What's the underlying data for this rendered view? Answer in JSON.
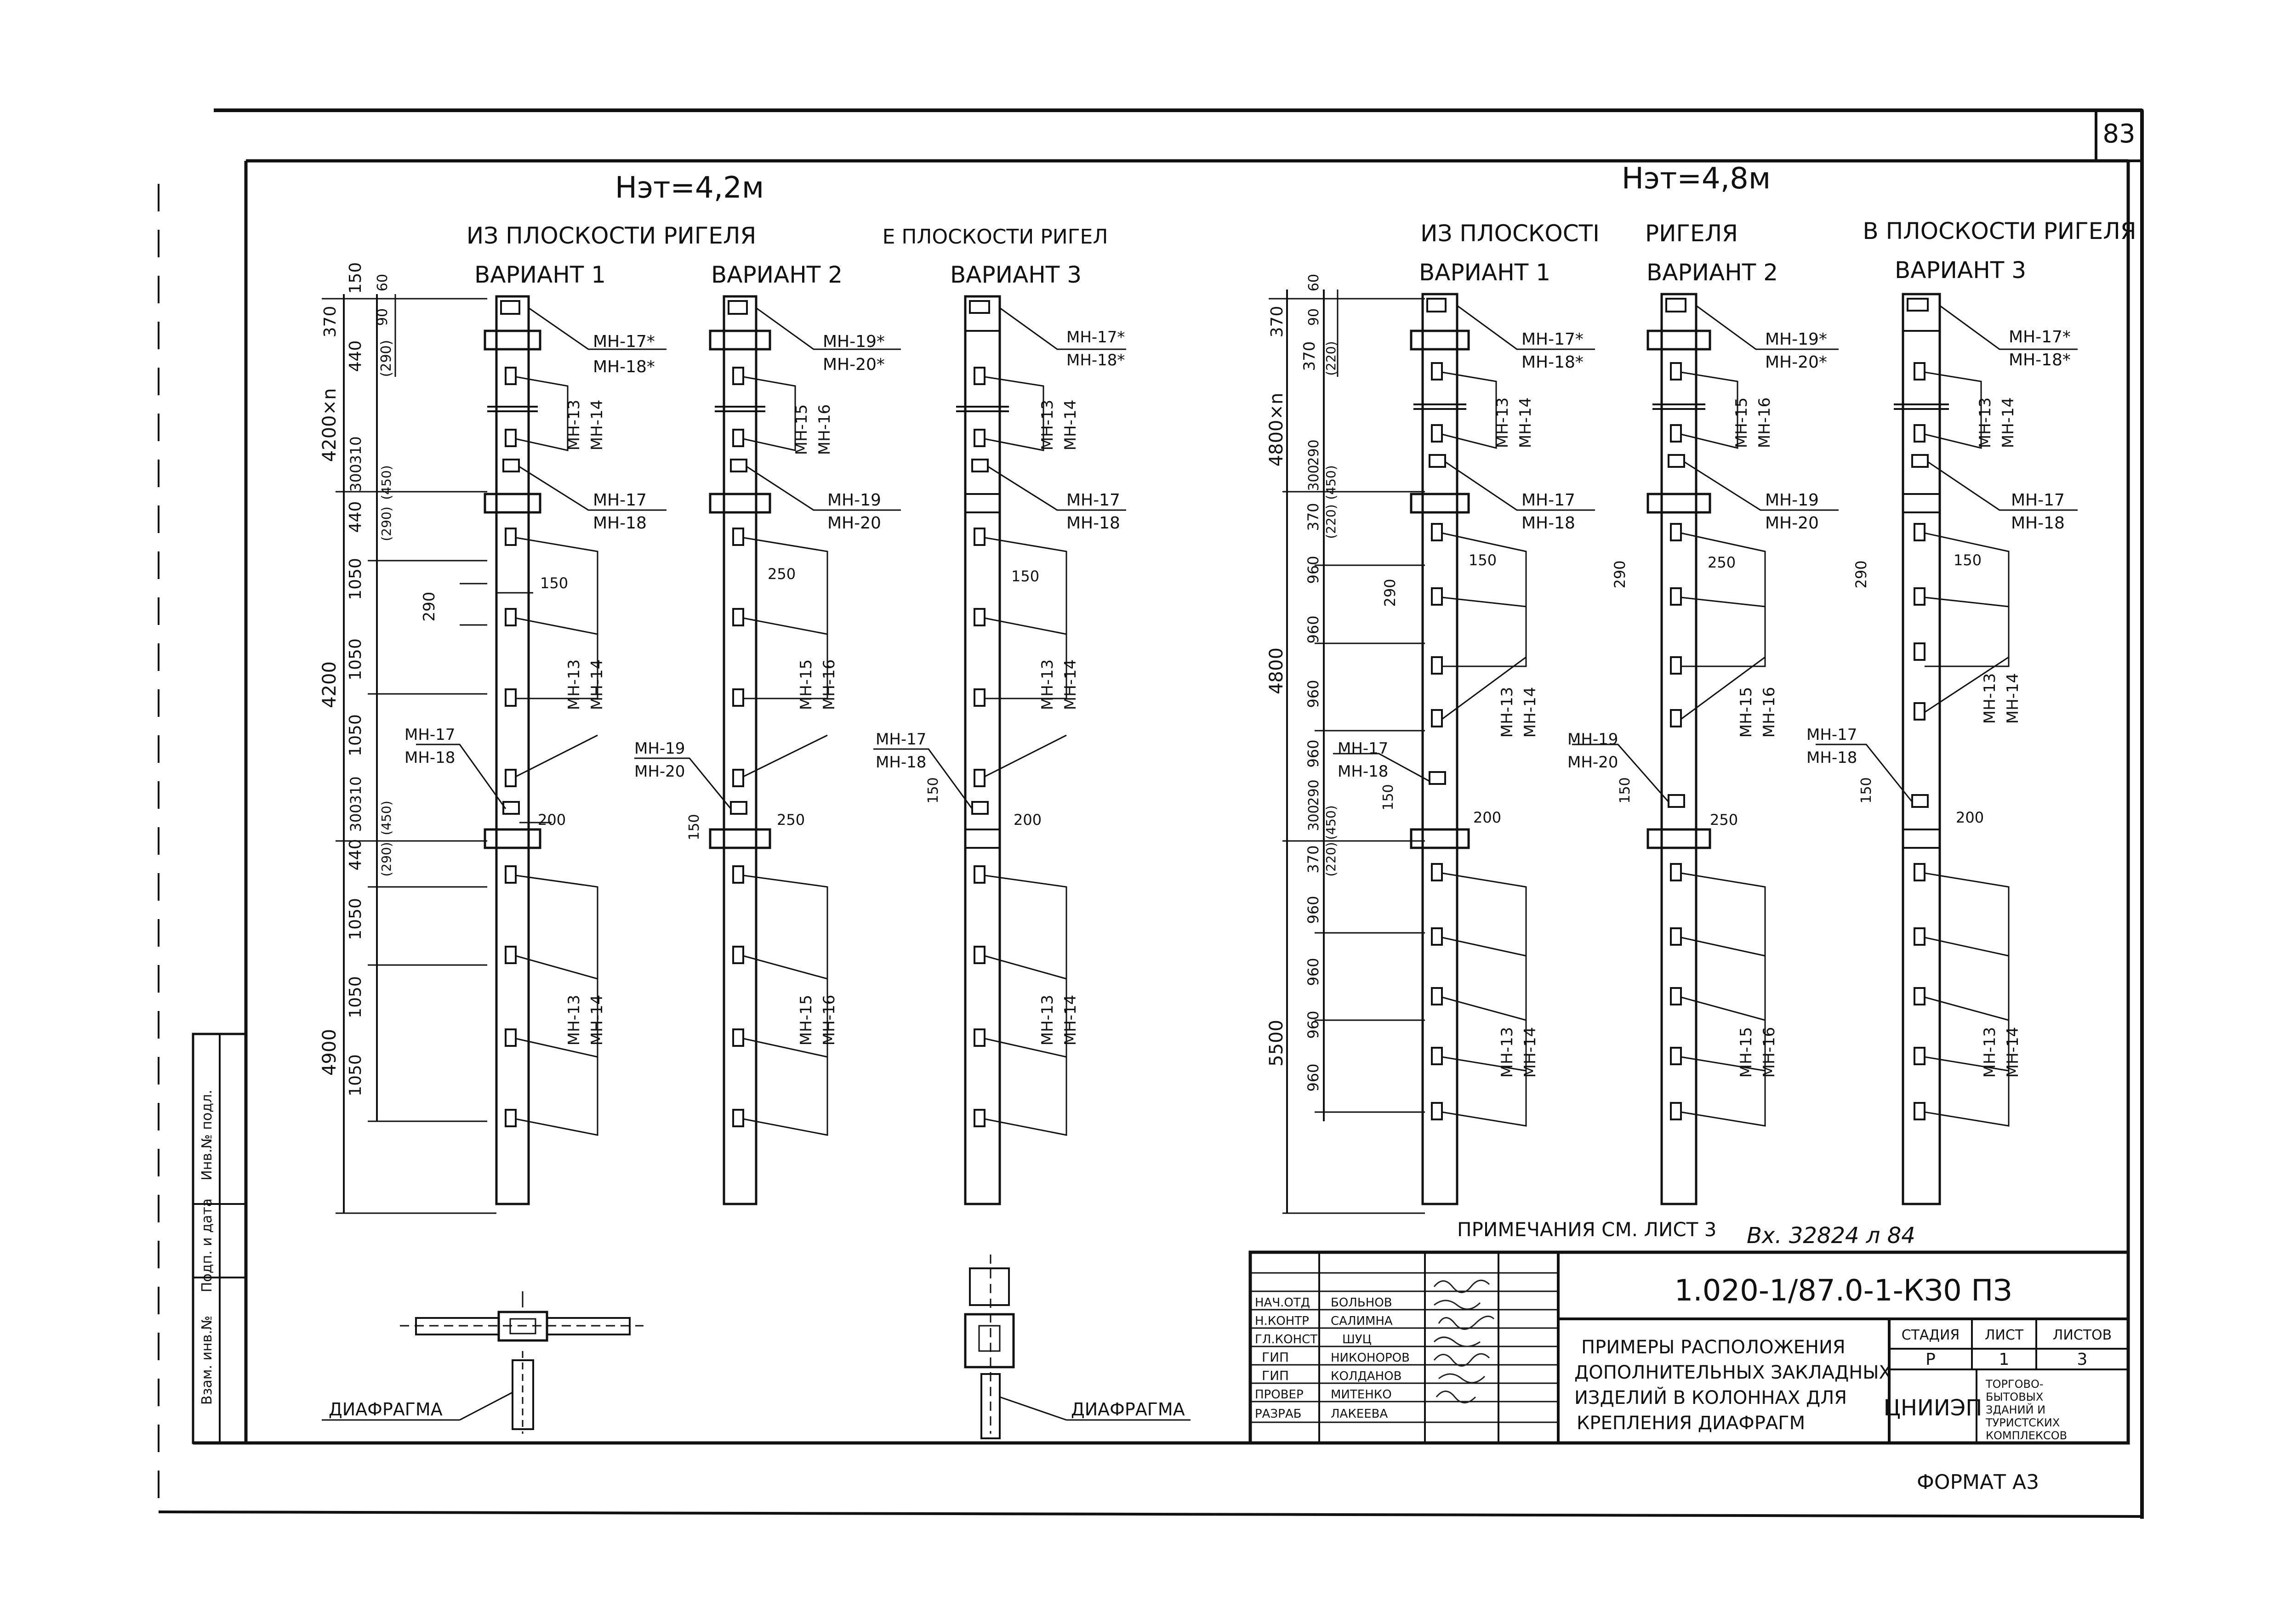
{
  "page_number": "83",
  "left_group": {
    "height_label": "Нэт=4,2м",
    "out_of_plane_label": "ИЗ ПЛОСКОСТИ РИГЕЛЯ",
    "in_plane_label": "Е ПЛОСКОСТИ РИГЕЛ",
    "variants": [
      "ВАРИАНТ 1",
      "ВАРИАНТ 2",
      "ВАРИАНТ 3"
    ],
    "dims": [
      "150",
      "60",
      "370",
      "90",
      "440",
      "(290)",
      "4200×n",
      "310",
      "300",
      "(450)",
      "440",
      "(290)",
      "1050",
      "1050",
      "4200",
      "1050",
      "310",
      "300",
      "(450)",
      "440",
      "(290)",
      "1050",
      "1050",
      "4900",
      "1050"
    ],
    "small_dims": [
      "290",
      "150",
      "250",
      "150",
      "200",
      "250",
      "200",
      "150",
      "150"
    ]
  },
  "right_group": {
    "height_label": "Нэт=4,8м",
    "out_of_plane_label": "ИЗ ПЛОСКОСТІ",
    "rigel_label": "РИГЕЛЯ",
    "in_plane_label": "В ПЛОСКОСТИ РИГЕЛЯ",
    "variants": [
      "ВАРИАНТ 1",
      "ВАРИАНТ 2",
      "ВАРИАНТ 3"
    ],
    "dims": [
      "60",
      "370",
      "90",
      "370",
      "(220)",
      "4800×n",
      "290",
      "300",
      "(450)",
      "370",
      "(220)",
      "960",
      "960",
      "4800",
      "960",
      "960",
      "290",
      "300",
      "(450)",
      "370",
      "(220)",
      "960",
      "960",
      "5500",
      "960",
      "960"
    ],
    "small_dims": [
      "290",
      "150",
      "290",
      "250",
      "290",
      "150",
      "200",
      "250",
      "200",
      "150",
      "150",
      "150"
    ]
  },
  "labels": {
    "mn17": "МН-17*",
    "mn18": "МН-18*",
    "mn19": "МН-19*",
    "mn20": "МН-20*",
    "mn17b": "МН-17",
    "mn18b": "МН-18",
    "mn19b": "МН-19",
    "mn20b": "МН-20",
    "mn13": "МН-13",
    "mn14": "МН-14",
    "mn15": "МН-15",
    "mn16": "МН-16",
    "mn17c": "МН-17",
    "mn18c": "МН-18"
  },
  "note": "ПРИМЕЧАНИЯ СМ. ЛИСТ 3",
  "handwritten": "Вх. 32824 л 84",
  "diaphragm_label": "ДИАФРАГМА",
  "side_stamp": {
    "labels": [
      "Инв.№ подл.",
      "Подп. и дата",
      "Взам. инв.№"
    ]
  },
  "title_block": {
    "doc_code": "1.020-1/87.0-1-КЗ0 ПЗ",
    "title": [
      "ПРИМЕРЫ РАСПОЛОЖЕНИЯ",
      "ДОПОЛНИТЕЛЬНЫХ ЗАКЛАДНЫХ",
      "ИЗДЕЛИЙ В КОЛОННАХ ДЛЯ",
      "КРЕПЛЕНИЯ ДИАФРАГМ"
    ],
    "stage_head": [
      "СТАДИЯ",
      "ЛИСТ",
      "ЛИСТОВ"
    ],
    "stage_vals": [
      "Р",
      "1",
      "3"
    ],
    "org": "ЦНИИЭП",
    "org_desc": [
      "ТОРГОВО-",
      "БЫТОВЫХ",
      "ЗДАНИЙ И",
      "ТУРИСТСКИХ",
      "КОМПЛЕКСОВ"
    ],
    "roles": [
      "НАЧ.ОТД",
      "Н.КОНТР",
      "ГЛ.КОНСТ",
      "ГИП",
      "ГИП",
      "ПРОВЕР",
      "РАЗРАБ"
    ],
    "names": [
      "БОЛЬНОВ",
      "САЛИМНА",
      "ШУЦ",
      "НИКОНОРОВ",
      "КОЛДАНОВ",
      "МИТЕНКО",
      "ЛАКЕЕВА"
    ]
  },
  "format_label": "ФОРМАТ А3"
}
